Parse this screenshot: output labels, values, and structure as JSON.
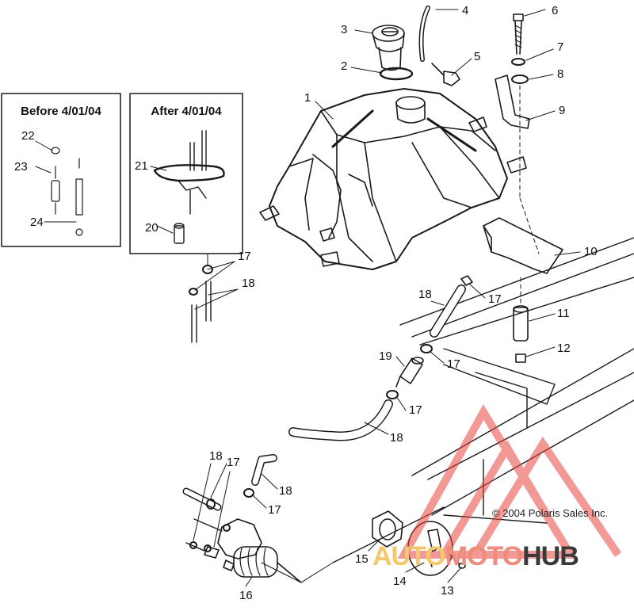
{
  "insets": {
    "before_title": "Before 4/01/04",
    "after_title": "After 4/01/04"
  },
  "callouts": [
    "1",
    "2",
    "3",
    "4",
    "5",
    "6",
    "7",
    "8",
    "9",
    "10",
    "11",
    "12",
    "13",
    "14",
    "15",
    "16",
    "17",
    "18",
    "19",
    "20",
    "21",
    "22",
    "23",
    "24"
  ],
  "copyright": "© 2004 Polaris Sales Inc.",
  "watermark": {
    "part_a": "AUTO",
    "part_b": "MOTO",
    "part_c": "HUB"
  },
  "colors": {
    "line": "#1a1a1a",
    "watermark_triangle": "#e8473f",
    "watermark_auto": "#f5c96b",
    "watermark_moto": "#f08c7c",
    "watermark_hub": "#3a3a3a"
  }
}
